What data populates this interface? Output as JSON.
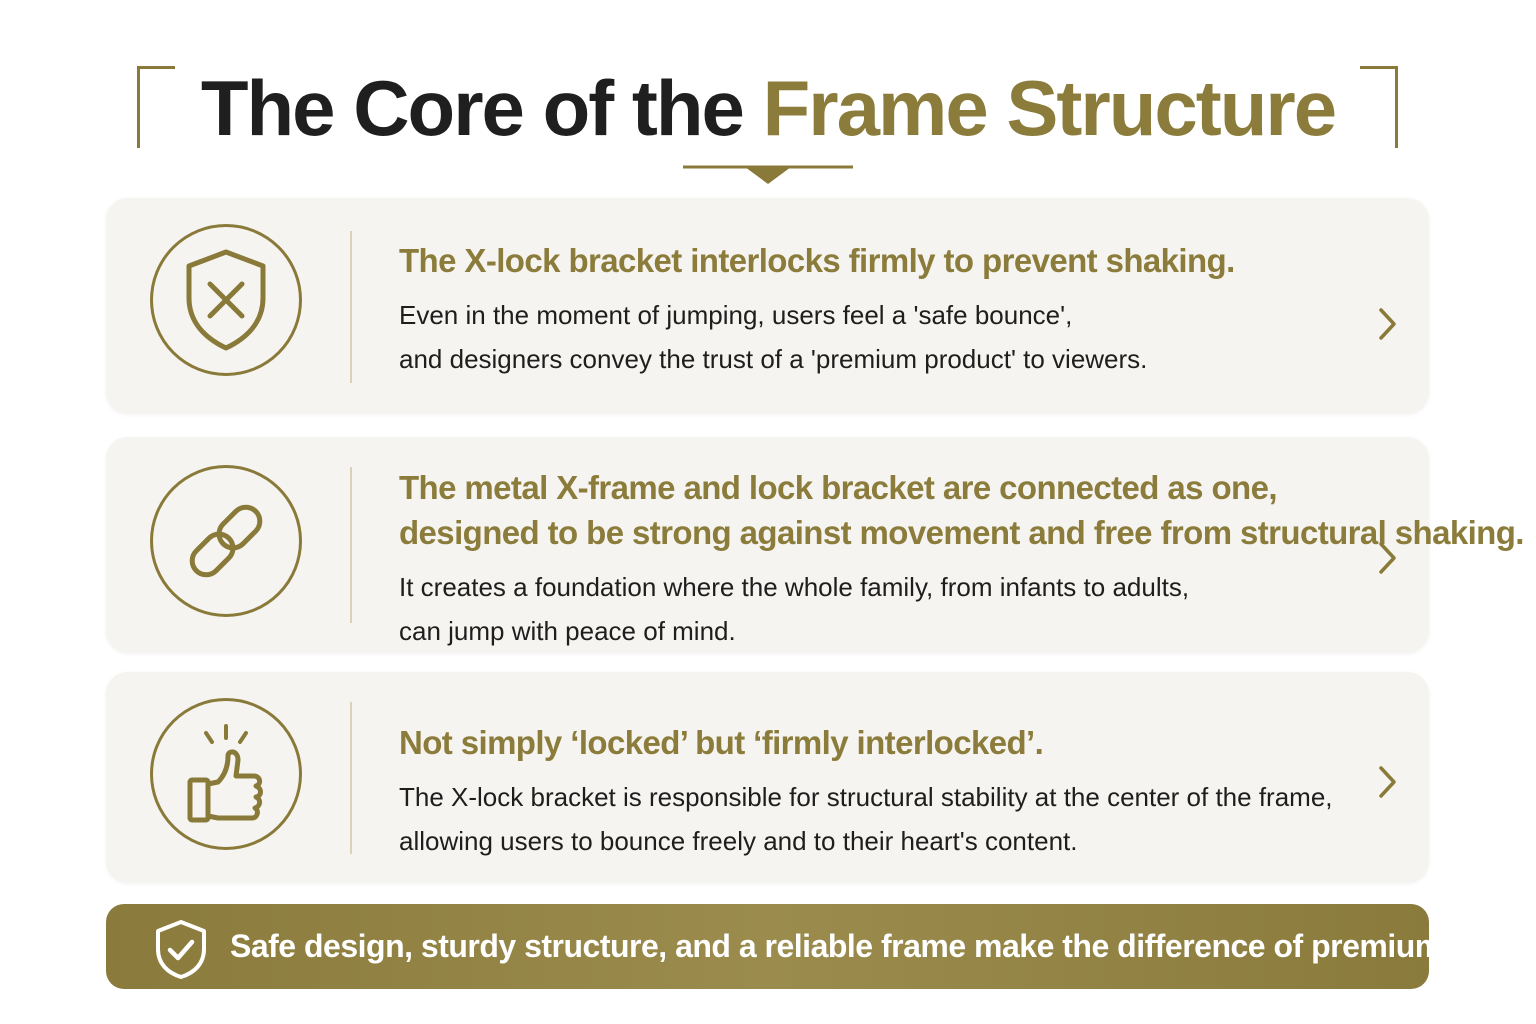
{
  "header": {
    "title_part1": "The Core of the ",
    "title_part2": "Frame Structure"
  },
  "cards": [
    {
      "icon": "shield-x-icon",
      "heading_lines": [
        "The X-lock bracket interlocks firmly to prevent shaking."
      ],
      "body_lines": [
        "Even in the moment of jumping, users feel a 'safe bounce',",
        "and designers convey the trust of a 'premium product' to viewers."
      ]
    },
    {
      "icon": "chain-link-icon",
      "heading_lines": [
        "The metal X-frame and lock bracket are connected as one,",
        "designed to be strong against movement and free from structural shaking."
      ],
      "body_lines": [
        "It creates a foundation where the whole family, from infants to adults,",
        "can jump with peace of mind."
      ]
    },
    {
      "icon": "thumbs-up-icon",
      "heading_lines": [
        "Not simply ‘locked’ but ‘firmly interlocked’."
      ],
      "body_lines": [
        "The X-lock bracket is responsible for structural stability at the center of the frame,",
        "allowing users to bounce freely and to their heart's content."
      ]
    }
  ],
  "banner": {
    "icon": "shield-check-icon",
    "text": "Safe design, sturdy structure, and a reliable frame make the difference of premium."
  },
  "colors": {
    "accent_gold": "#8b7c3b",
    "text_dark": "#1e1e1e",
    "card_background": "#f5f4f0",
    "banner_text": "#ffffff"
  }
}
